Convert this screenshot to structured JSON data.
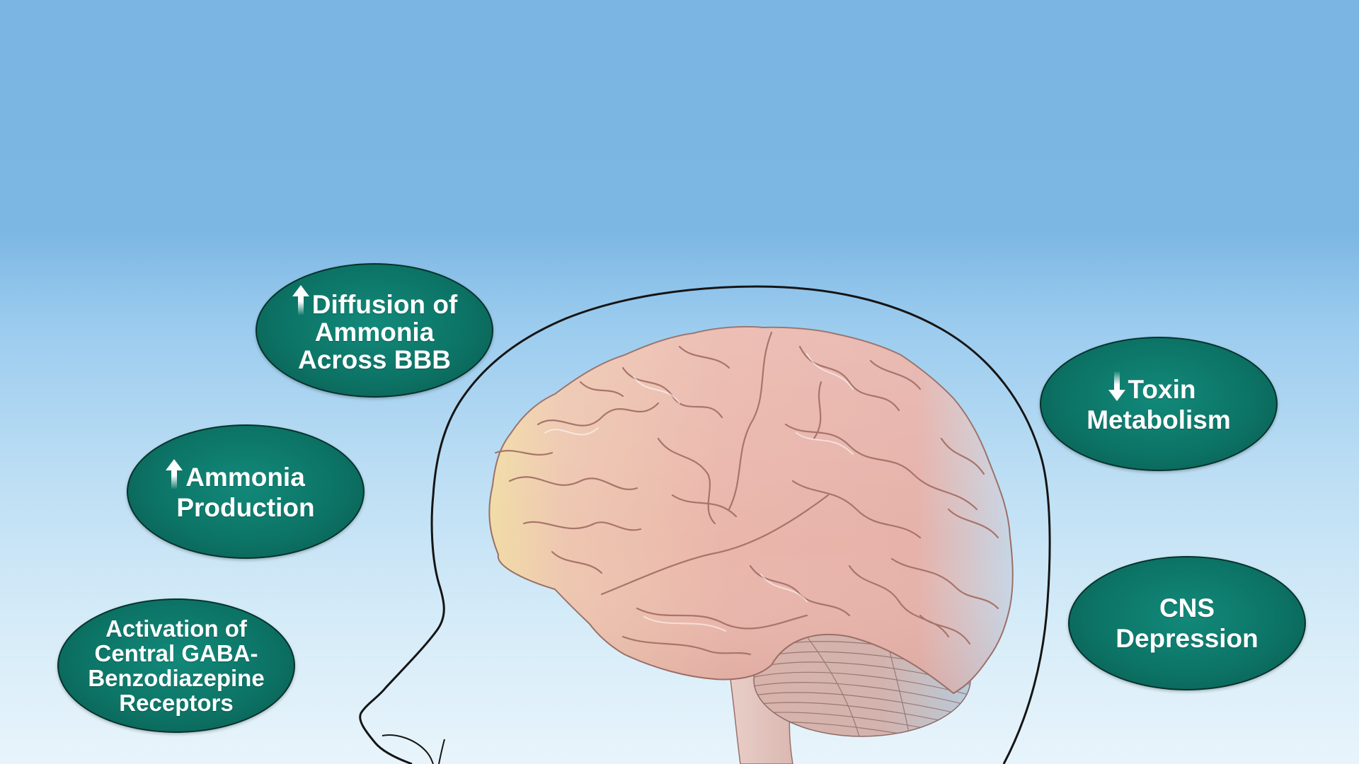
{
  "diagram": {
    "bubbles": [
      {
        "icon": "up-arrow-icon",
        "lines": [
          "Diffusion of",
          "Ammonia",
          "Across BBB"
        ]
      },
      {
        "icon": "up-arrow-icon",
        "lines": [
          "Ammonia",
          "Production"
        ]
      },
      {
        "lines": [
          "Activation of",
          "Central GABA-",
          "Benzodiazepine",
          "Receptors"
        ]
      },
      {
        "icon": "down-arrow-icon",
        "lines": [
          "Toxin",
          "Metabolism"
        ]
      },
      {
        "lines": [
          "CNS",
          "Depression"
        ]
      }
    ]
  },
  "colors": {
    "background_top": "#7ab5e3",
    "background_bottom": "#e8f4fb",
    "bubble_fill": "#0c7466",
    "bubble_border": "#06322b",
    "bubble_text": "#ffffff",
    "head_outline": "#151515",
    "brain_tissue": "#e9b5ab",
    "brain_frontal_tint": "#f1dca6",
    "brain_occipital_tint": "#c6d6e6"
  }
}
